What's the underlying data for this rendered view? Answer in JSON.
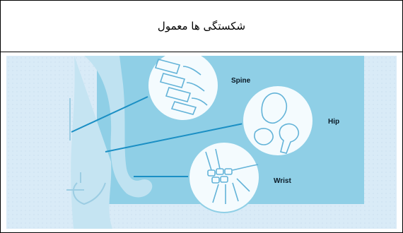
{
  "header": {
    "title": "شکستگی ها معمول"
  },
  "illustration": {
    "labels": {
      "spine": "Spine",
      "hip": "Hip",
      "wrist": "Wrist"
    },
    "colors": {
      "background": "#d6e9f6",
      "panel": "#8fcfe6",
      "body": "#bfe2f1",
      "line": "#1b8fc4"
    }
  }
}
